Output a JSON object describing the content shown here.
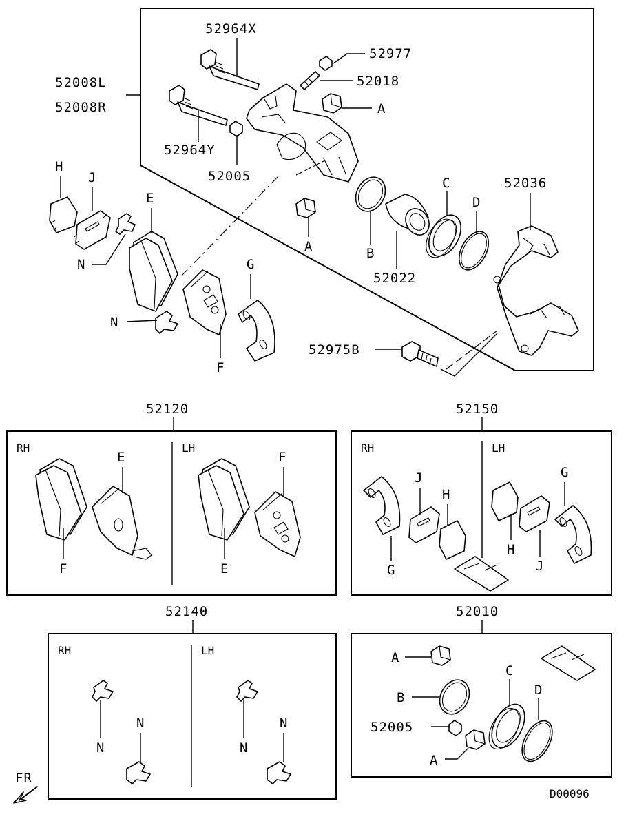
{
  "diagram_id": "D00096",
  "direction_marker": "FR",
  "caliper_assembly": {
    "part_numbers": [
      "52008L",
      "52008R"
    ],
    "callouts": {
      "upper_pin_bolt": "52964X",
      "lower_pin_bolt": "52964Y",
      "bleeder_cap": "52977",
      "bleeder_screw": "52018",
      "pin_bushing": "52005",
      "bracket": "52036",
      "piston": "52022",
      "bracket_bolt": "52975B",
      "boot_a_top": "A",
      "boot_a_bottom": "A",
      "piston_seal": "B",
      "dust_boot": "C",
      "ring": "D",
      "outer_shim": "H",
      "inner_shim": "J",
      "pad_clip_upper": "N",
      "pad_clip_lower": "N",
      "inner_pad": "E",
      "outer_pad": "F",
      "shim_plate": "G"
    }
  },
  "kits": {
    "pad_kit": {
      "part_number": "52120",
      "rh": "RH",
      "lh": "LH",
      "rh_labels": {
        "outer": "F",
        "inner": "E"
      },
      "lh_labels": {
        "outer": "F",
        "inner": "E"
      }
    },
    "shim_kit": {
      "part_number": "52150",
      "rh": "RH",
      "lh": "LH",
      "rh_labels": {
        "plate": "G",
        "inner": "J",
        "outer": "H"
      },
      "lh_labels": {
        "plate": "G",
        "inner": "J",
        "outer": "H"
      }
    },
    "clip_kit": {
      "part_number": "52140",
      "rh": "RH",
      "lh": "LH",
      "rh_labels": {
        "upper": "N",
        "lower": "N"
      },
      "lh_labels": {
        "upper": "N",
        "lower": "N"
      }
    },
    "seal_kit": {
      "part_number": "52010",
      "labels": {
        "boot_a_top": "A",
        "seal_b": "B",
        "bushing": "52005",
        "boot_a_bottom": "A",
        "dust_boot": "C",
        "ring": "D"
      }
    }
  }
}
